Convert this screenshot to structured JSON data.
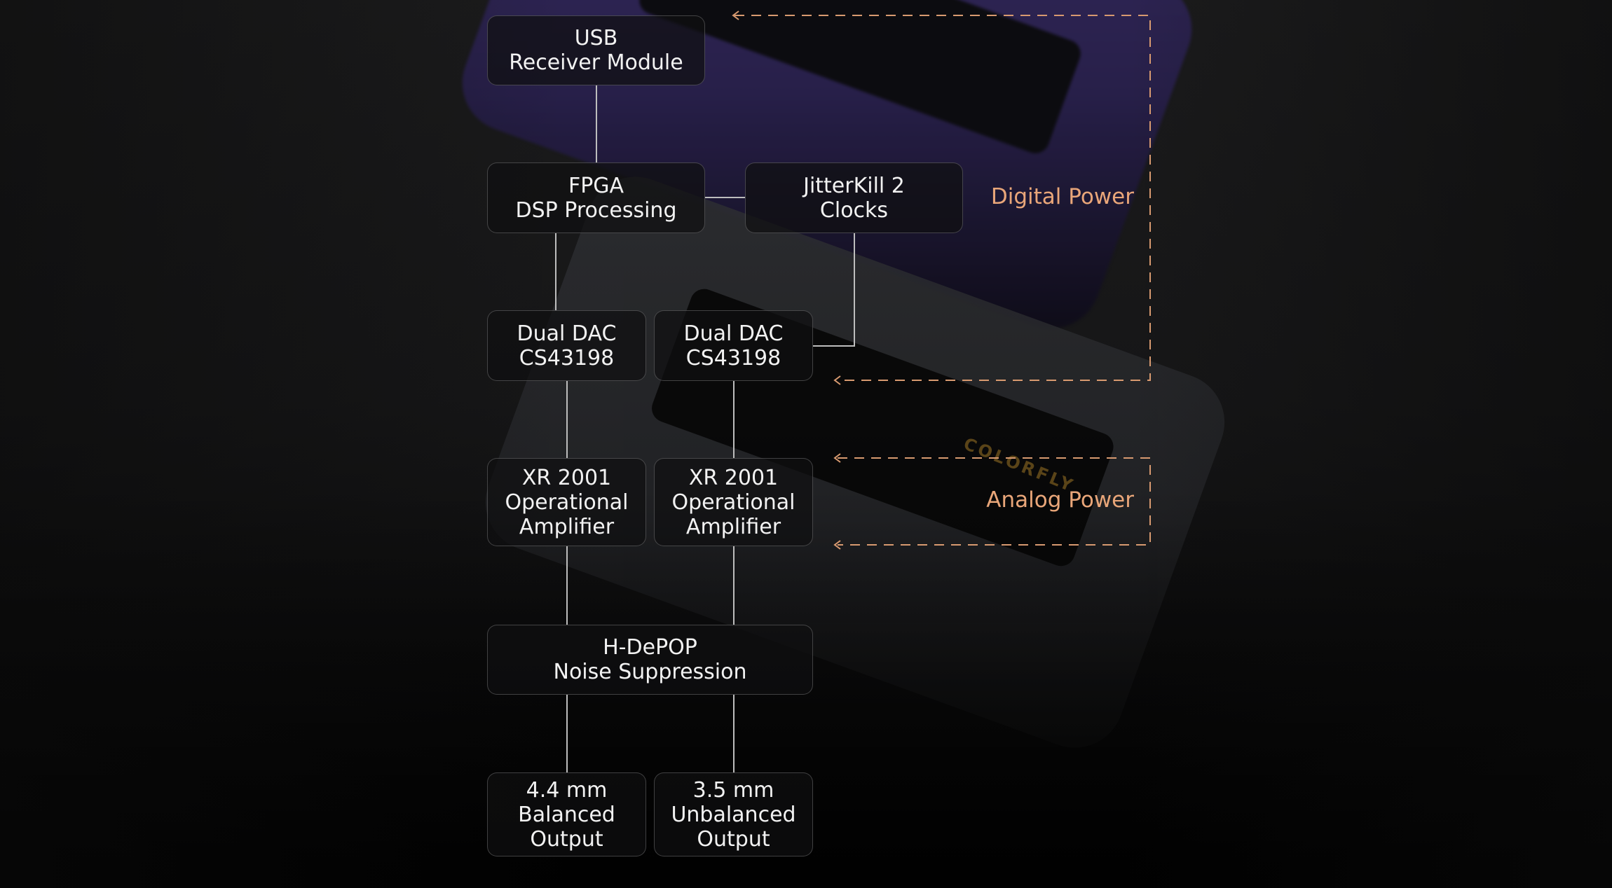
{
  "blocks": {
    "usb": [
      "USB",
      "Receiver Module"
    ],
    "fpga": [
      "FPGA",
      "DSP Processing"
    ],
    "jitter": [
      "JitterKill 2",
      "Clocks"
    ],
    "dac_left": [
      "Dual DAC",
      "CS43198"
    ],
    "dac_right": [
      "Dual DAC",
      "CS43198"
    ],
    "opamp_left": [
      "XR 2001",
      "Operational",
      "Amplifier"
    ],
    "opamp_right": [
      "XR 2001",
      "Operational",
      "Amplifier"
    ],
    "hdepop": [
      "H-DePOP",
      "Noise Suppression"
    ],
    "out_balanced": [
      "4.4 mm",
      "Balanced",
      "Output"
    ],
    "out_unbalanced": [
      "3.5 mm",
      "Unbalanced",
      "Output"
    ]
  },
  "power": {
    "digital": "Digital Power",
    "analog": "Analog Power"
  },
  "background_brand": "COLORFLY",
  "colors": {
    "accent": "#e9a679",
    "line": "#bdbdbd"
  }
}
